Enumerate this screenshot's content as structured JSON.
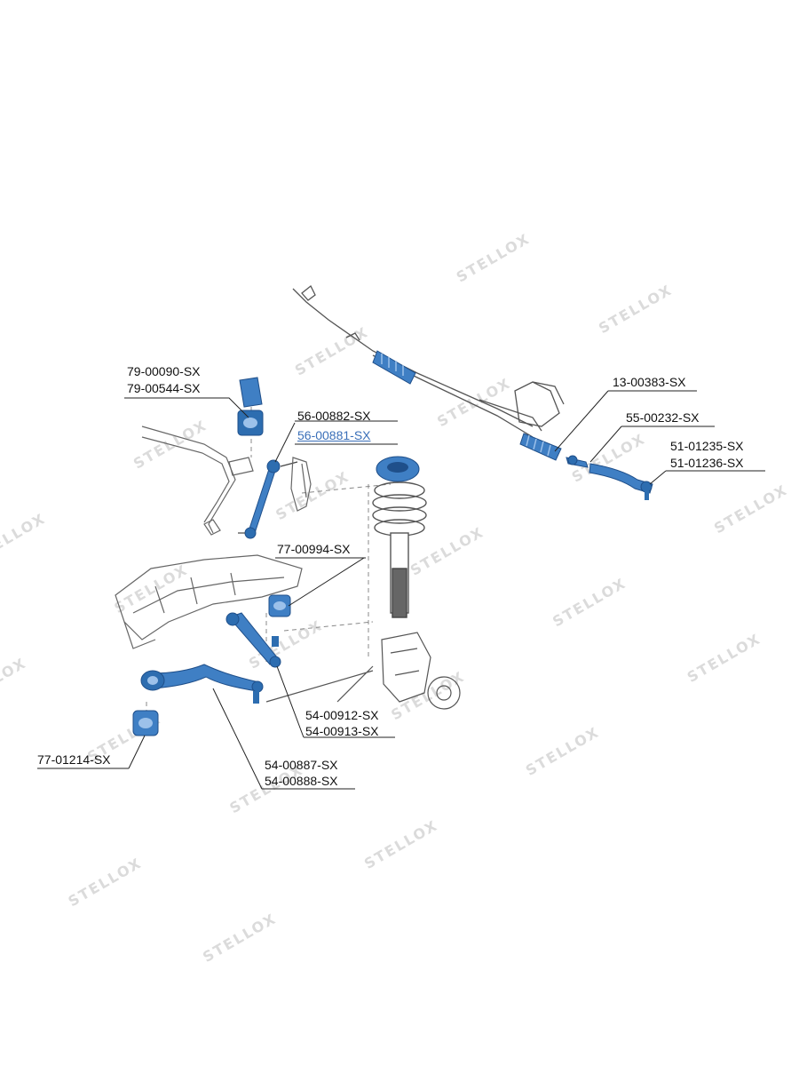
{
  "diagram": {
    "watermark_text": "STELLOX",
    "part_numbers": {
      "p79_00090": "79-00090-SX",
      "p79_00544": "79-00544-SX",
      "p56_00882": "56-00882-SX",
      "p56_00881": "56-00881-SX",
      "p13_00383": "13-00383-SX",
      "p55_00232": "55-00232-SX",
      "p51_01235": "51-01235-SX",
      "p51_01236": "51-01236-SX",
      "p77_00994": "77-00994-SX",
      "p54_00912": "54-00912-SX",
      "p54_00913": "54-00913-SX",
      "p77_01214": "77-01214-SX",
      "p54_00887": "54-00887-SX",
      "p54_00888": "54-00888-SX"
    },
    "colors": {
      "highlight_part": "#3f7fc4",
      "highlight_label": "#3a6fb8",
      "outline": "#444444",
      "watermark": "#d8d8d8"
    }
  }
}
